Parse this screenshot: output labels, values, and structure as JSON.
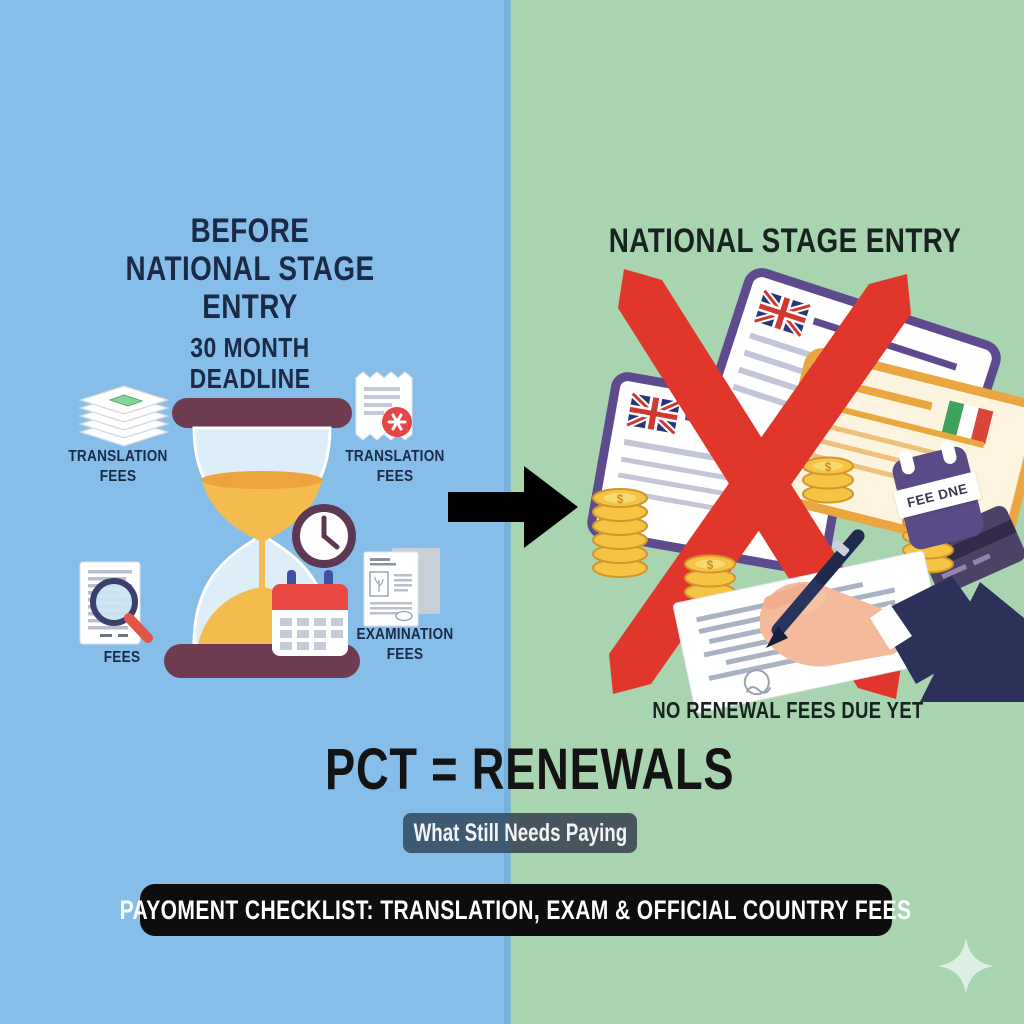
{
  "left": {
    "title": "BEFORE NATIONAL STAGE ENTRY",
    "deadline": "30 MONTH DEADLINE",
    "label_translation_fees_left": "TRANSLATION FEES",
    "label_translation_fees_right": "TRANSLATION FEES",
    "label_fees": "FEES",
    "label_examination_fees": "EXAMINATION FEES"
  },
  "right": {
    "title": "NATIONAL STAGE ENTRY",
    "fee_tag": "FEE DNE",
    "note": "NO RENEWAL FEES DUE YET"
  },
  "footer": {
    "headline": "PCT = RENEWALS",
    "badge": "What Still Needs Paying",
    "banner": "PAYOMENT CHECKLIST: TRANSLATION, EXAM & OFFICIAL COUNTRY FEES"
  },
  "icons": {
    "coin_symbol": "$",
    "hourglass": "hourglass-icon",
    "clock": "clock-icon",
    "calendar": "calendar-icon",
    "paper_stack": "paper-stack-icon",
    "receipt": "receipt-icon",
    "magnifier_document": "magnifier-document-icon",
    "exam_documents": "exam-documents-icon",
    "arrow_right": "arrow-right-icon",
    "uk_flag": "uk-flag-icon",
    "italy_flag": "italy-flag-icon",
    "german_flag": "german-flag-icon",
    "red_x": "red-x-icon",
    "coins": "coin-stack-icon",
    "signing_hand": "signing-hand-icon",
    "credit_card": "credit-card-icon",
    "sparkle": "sparkle-icon"
  },
  "colors": {
    "left_bg": "#86bee9",
    "right_bg": "#a9d4b0",
    "navy_text": "#1b2a45",
    "dark_text": "#17231e",
    "red_x": "#e1362b",
    "banner_bg": "#0d0d0d",
    "badge_bg": "#44565f",
    "coin_gold": "#f5c445",
    "hourglass_cap": "#6e3c50",
    "sand": "#f4bb4e",
    "cert_purple": "#5d4b8e",
    "cert_orange": "#eaa73f"
  }
}
